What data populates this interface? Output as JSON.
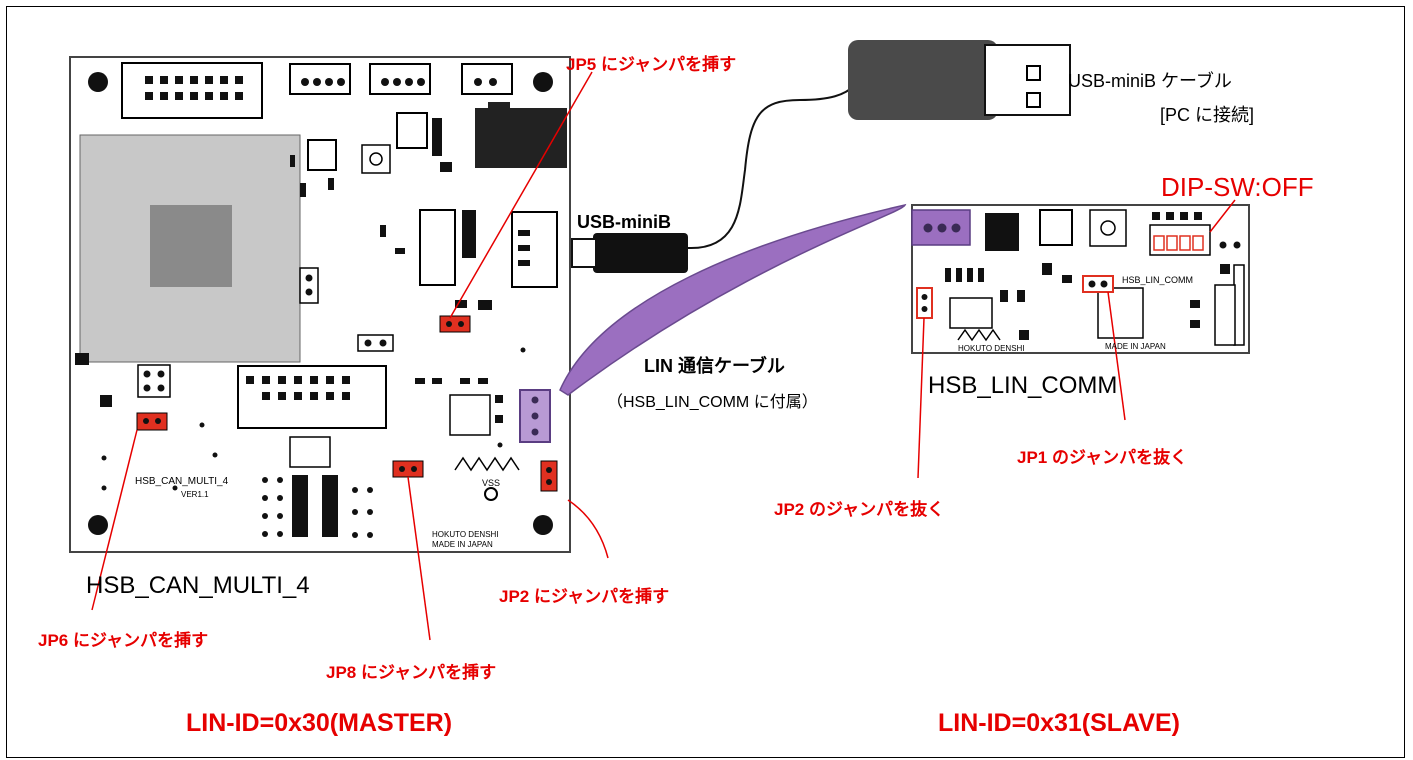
{
  "usb": {
    "cable_label": "USB-miniB ケーブル",
    "cable_sub": "[PC に接続]",
    "connector_label": "USB-miniB"
  },
  "lin_cable": {
    "title": "LIN 通信ケーブル",
    "note": "（HSB_LIN_COMM に付属）"
  },
  "boards": {
    "master_name": "HSB_CAN_MULTI_4",
    "slave_name": "HSB_LIN_COMM",
    "master_silk": "HSB_CAN_MULTI_4",
    "master_ver": "VER1.1",
    "slave_silk": "HSB_LIN_COMM",
    "made_in": "MADE IN JAPAN",
    "hokuto": "HOKUTO DENSHI",
    "vss": "VSS"
  },
  "annotations": {
    "jp5": "JP5 にジャンパを挿す",
    "jp6": "JP6 にジャンパを挿す",
    "jp8": "JP8 にジャンパを挿す",
    "jp2_master": "JP2 にジャンパを挿す",
    "jp2_slave": "JP2 のジャンパを抜く",
    "jp1_slave": "JP1 のジャンパを抜く",
    "dip": "DIP-SW:OFF"
  },
  "ids": {
    "master": "LIN-ID=0x30(MASTER)",
    "slave": "LIN-ID=0x31(SLAVE)"
  },
  "colors": {
    "annotation": "#e60000",
    "cable": "#9b6fc0",
    "jumper": "#e03020",
    "chip_outer": "#c8c8c8",
    "chip_inner": "#8a8a8a"
  }
}
